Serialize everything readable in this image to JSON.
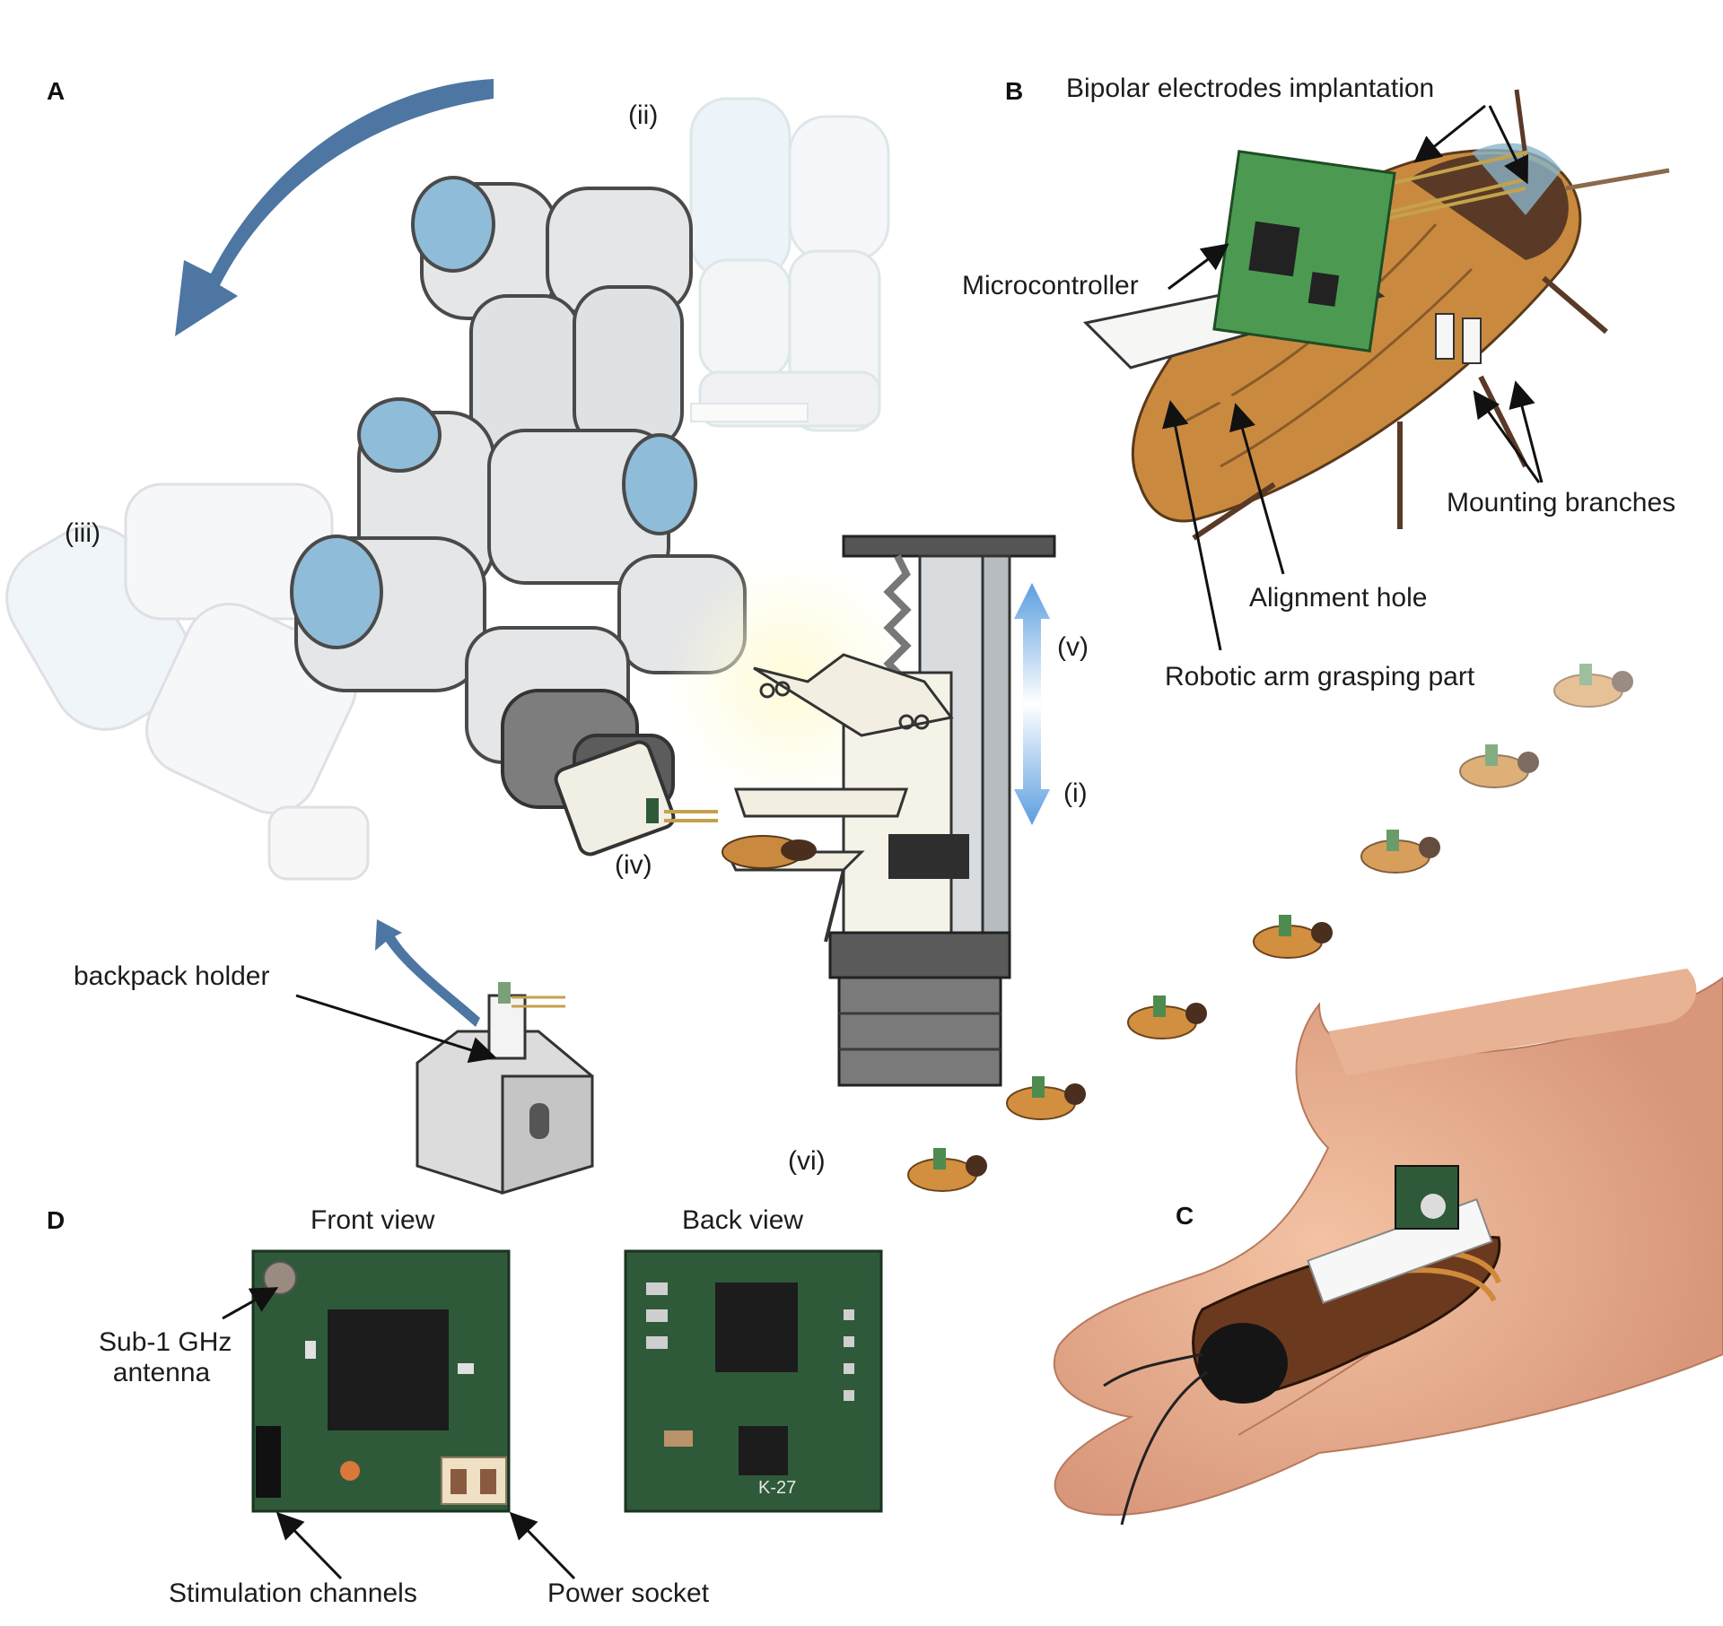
{
  "panels": {
    "a": "A",
    "b": "B",
    "c": "C",
    "d": "D"
  },
  "panel_a": {
    "stages": {
      "i": "(i)",
      "ii": "(ii)",
      "iii": "(iii)",
      "iv": "(iv)",
      "v": "(v)",
      "vi": "(vi)"
    },
    "backpack_holder": "backpack holder"
  },
  "panel_b": {
    "electrodes": "Bipolar electrodes implantation",
    "microcontroller": "Microcontroller",
    "mounting": "Mounting branches",
    "alignment": "Alignment hole",
    "grasping": "Robotic arm grasping part"
  },
  "panel_d": {
    "front_view": "Front view",
    "back_view": "Back view",
    "antenna_line1": "Sub-1 GHz",
    "antenna_line2": "antenna",
    "stimulation": "Stimulation channels",
    "power": "Power socket",
    "board_marking": "K-27"
  },
  "colors": {
    "arm_blue": "#8fbcd8",
    "arrow_blue": "#4d76a3",
    "pcb_green": "#2f5a3a",
    "roach_orange": "#c98a3f"
  }
}
